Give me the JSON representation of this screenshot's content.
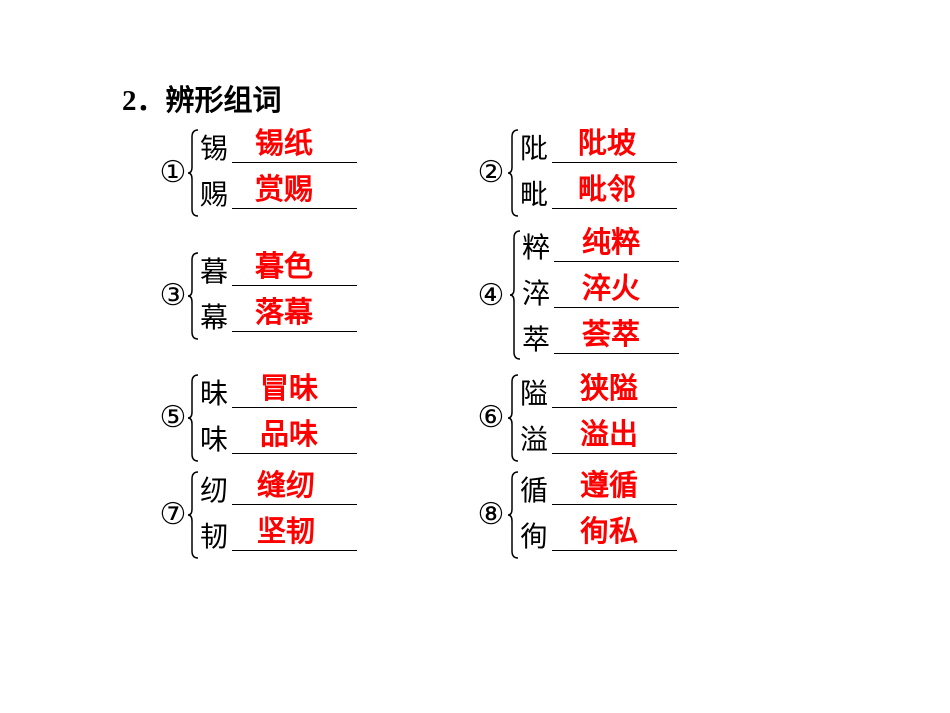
{
  "title": {
    "number": "2．",
    "text": "辨形组词"
  },
  "groups": [
    {
      "label": "①",
      "rows": [
        {
          "char": "锡",
          "answer": "锡纸"
        },
        {
          "char": "赐",
          "answer": "赏赐"
        }
      ]
    },
    {
      "label": "②",
      "rows": [
        {
          "char": "阰",
          "answer": "阰坡"
        },
        {
          "char": "毗",
          "answer": "毗邻"
        }
      ]
    },
    {
      "label": "③",
      "rows": [
        {
          "char": "暮",
          "answer": "暮色"
        },
        {
          "char": "幕",
          "answer": "落幕"
        }
      ]
    },
    {
      "label": "④",
      "rows": [
        {
          "char": "粹",
          "answer": "纯粹"
        },
        {
          "char": "淬",
          "answer": "淬火"
        },
        {
          "char": "萃",
          "answer": "荟萃"
        }
      ]
    },
    {
      "label": "⑤",
      "rows": [
        {
          "char": "昧",
          "answer": "冒昧"
        },
        {
          "char": "味",
          "answer": "品味"
        }
      ]
    },
    {
      "label": "⑥",
      "rows": [
        {
          "char": "隘",
          "answer": "狭隘"
        },
        {
          "char": "溢",
          "answer": "溢出"
        }
      ]
    },
    {
      "label": "⑦",
      "rows": [
        {
          "char": "纫",
          "answer": "缝纫"
        },
        {
          "char": "韧",
          "answer": "坚韧"
        }
      ]
    },
    {
      "label": "⑧",
      "rows": [
        {
          "char": "循",
          "answer": "遵循"
        },
        {
          "char": "徇",
          "answer": "徇私"
        }
      ]
    }
  ],
  "colors": {
    "answer": "#ff0000",
    "text": "#000000"
  }
}
